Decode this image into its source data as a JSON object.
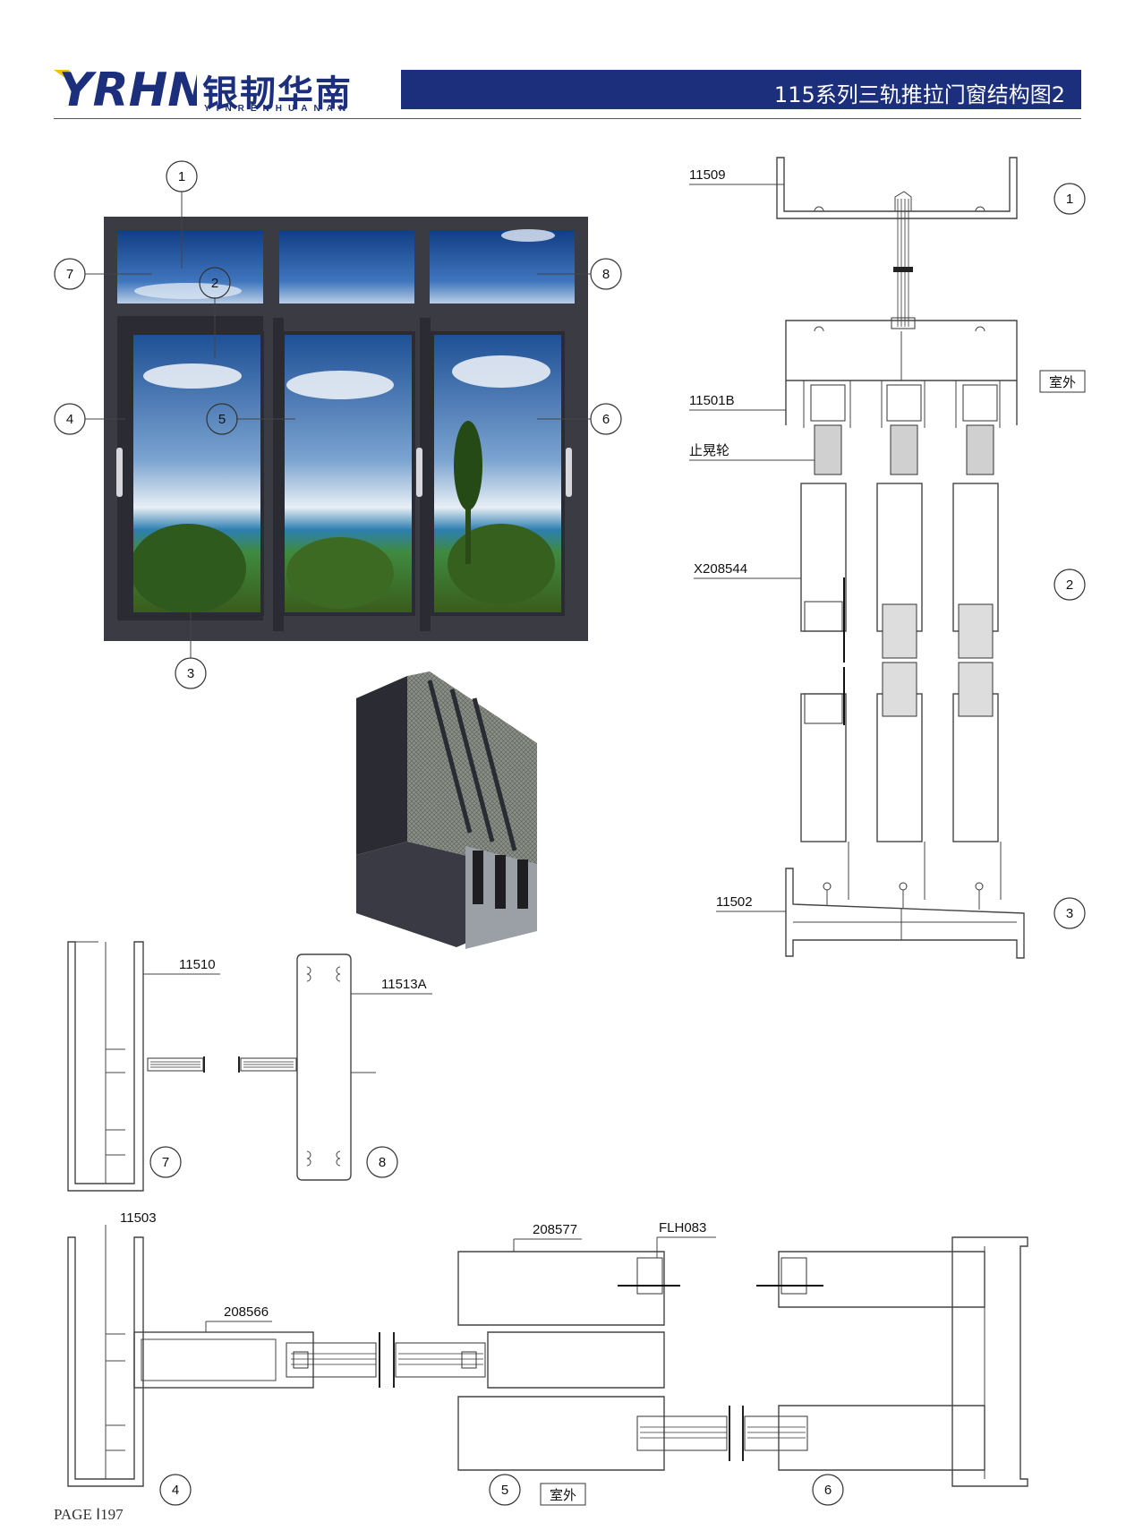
{
  "header": {
    "brand_cn": "银韧华南",
    "brand_en": "YINRENHUANAN",
    "logo_text": "YRHN",
    "title": "115系列三轨推拉门窗结构图2"
  },
  "photo_callouts": [
    "1",
    "2",
    "3",
    "4",
    "5",
    "6",
    "7",
    "8"
  ],
  "section_vertical": {
    "part_11509": "11509",
    "part_11501b": "11501B",
    "anti_sway_wheel": "止晃轮",
    "part_x208544": "X208544",
    "part_11502": "11502",
    "outdoor": "室外",
    "callouts": [
      "1",
      "2",
      "3"
    ]
  },
  "section_7_8": {
    "part_11510": "11510",
    "part_11513a": "11513A",
    "callouts": [
      "7",
      "8"
    ]
  },
  "section_horizontal": {
    "part_11503": "11503",
    "part_208566": "208566",
    "part_208577": "208577",
    "part_flh083": "FLH083",
    "outdoor": "室外",
    "callouts": [
      "4",
      "5",
      "6"
    ]
  },
  "colors": {
    "brand_blue": "#1c2f7d",
    "logo_yellow": "#f2c200",
    "frame_dark": "#3b3b44"
  },
  "footer": {
    "page": "PAGE Ⅰ197"
  }
}
